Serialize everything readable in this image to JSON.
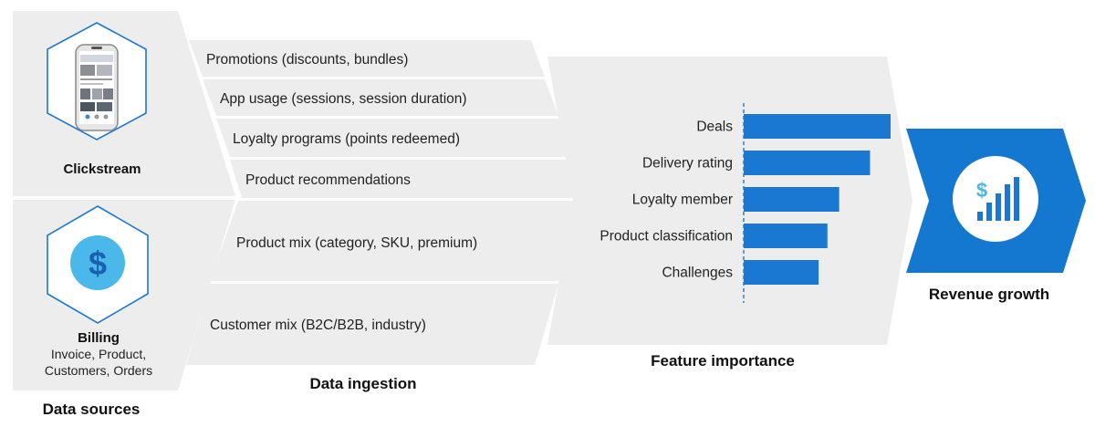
{
  "colors": {
    "panel": "#ededed",
    "bar": "#1b78d2",
    "accent_light": "#4ab8e8",
    "arrow": "#1578d0",
    "white": "#ffffff"
  },
  "data_sources": {
    "title": "Data sources",
    "clickstream": {
      "label": "Clickstream",
      "icon": "phone-icon"
    },
    "billing": {
      "label": "Billing",
      "detail_line1": "Invoice, Product,",
      "detail_line2": "Customers, Orders",
      "icon": "dollar-icon"
    }
  },
  "data_ingestion": {
    "title": "Data ingestion",
    "items": [
      "Promotions (discounts, bundles)",
      "App usage (sessions, session duration)",
      "Loyalty programs (points redeemed)",
      "Product recommendations",
      "Product mix (category, SKU, premium)",
      "Customer mix (B2C/B2B, industry)"
    ]
  },
  "feature_importance": {
    "title": "Feature importance"
  },
  "chart_data": {
    "type": "bar",
    "orientation": "horizontal",
    "categories": [
      "Deals",
      "Delivery rating",
      "Loyalty member",
      "Product classification",
      "Challenges"
    ],
    "values": [
      100,
      86,
      65,
      57,
      51
    ],
    "xlim": [
      0,
      100
    ],
    "axis": "dashed baseline",
    "grid": false
  },
  "revenue": {
    "label": "Revenue growth",
    "icon": "revenue-growth-icon",
    "dollar_glyph": "$"
  }
}
